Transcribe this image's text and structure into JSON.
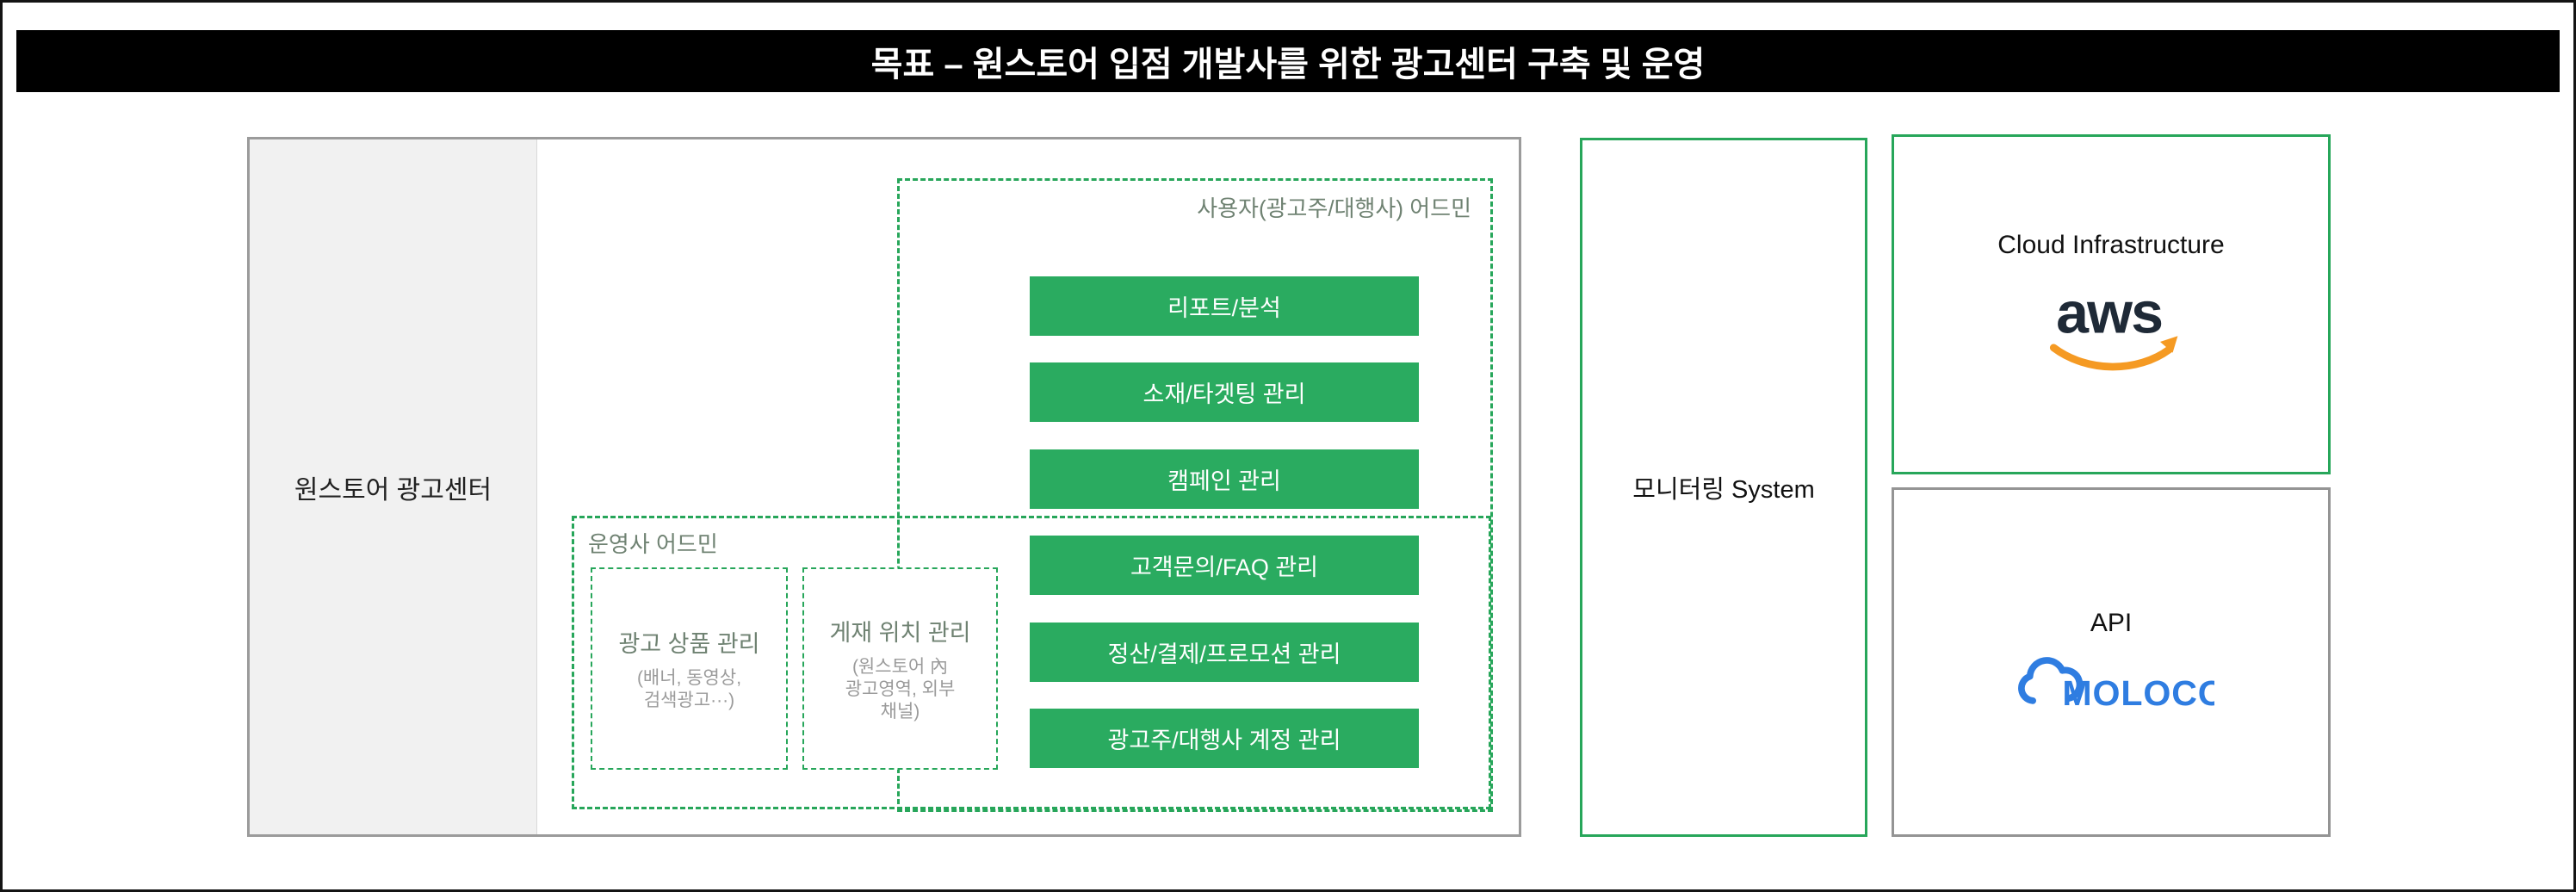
{
  "header": {
    "title": "목표 – 원스토어 입점 개발사를 위한 광고센터 구축 및 운영"
  },
  "ad_center": {
    "label": "원스토어 광고센터",
    "user_admin": {
      "label": "사용자(광고주/대행사) 어드민",
      "buttons": [
        "리포트/분석",
        "소재/타겟팅 관리",
        "캠페인 관리",
        "고객문의/FAQ 관리",
        "정산/결제/프로모션 관리",
        "광고주/대행사 계정 관리"
      ]
    },
    "operator_admin": {
      "label": "운영사 어드민",
      "modules": [
        {
          "title": "광고 상품 관리",
          "subtitle": "(배너, 동영상,\n검색광고···)"
        },
        {
          "title": "게재 위치 관리",
          "subtitle": "(원스토어 內\n광고영역, 외부\n채널)"
        }
      ]
    }
  },
  "monitoring": {
    "label": "모니터링 System"
  },
  "cloud": {
    "label": "Cloud Infrastructure",
    "logo_text": "aws"
  },
  "api": {
    "label": "API",
    "logo_text": "MOLOCO"
  },
  "colors": {
    "green": "#2aab60",
    "green_border": "#27a65a",
    "gray_border": "#949494",
    "panel_bg": "#f1f1f1",
    "muted_label": "#6f8272",
    "subtitle_gray": "#9b9b9b",
    "aws_orange": "#f59a23",
    "moloco_blue": "#2f7de1",
    "header_bg": "#000000"
  }
}
